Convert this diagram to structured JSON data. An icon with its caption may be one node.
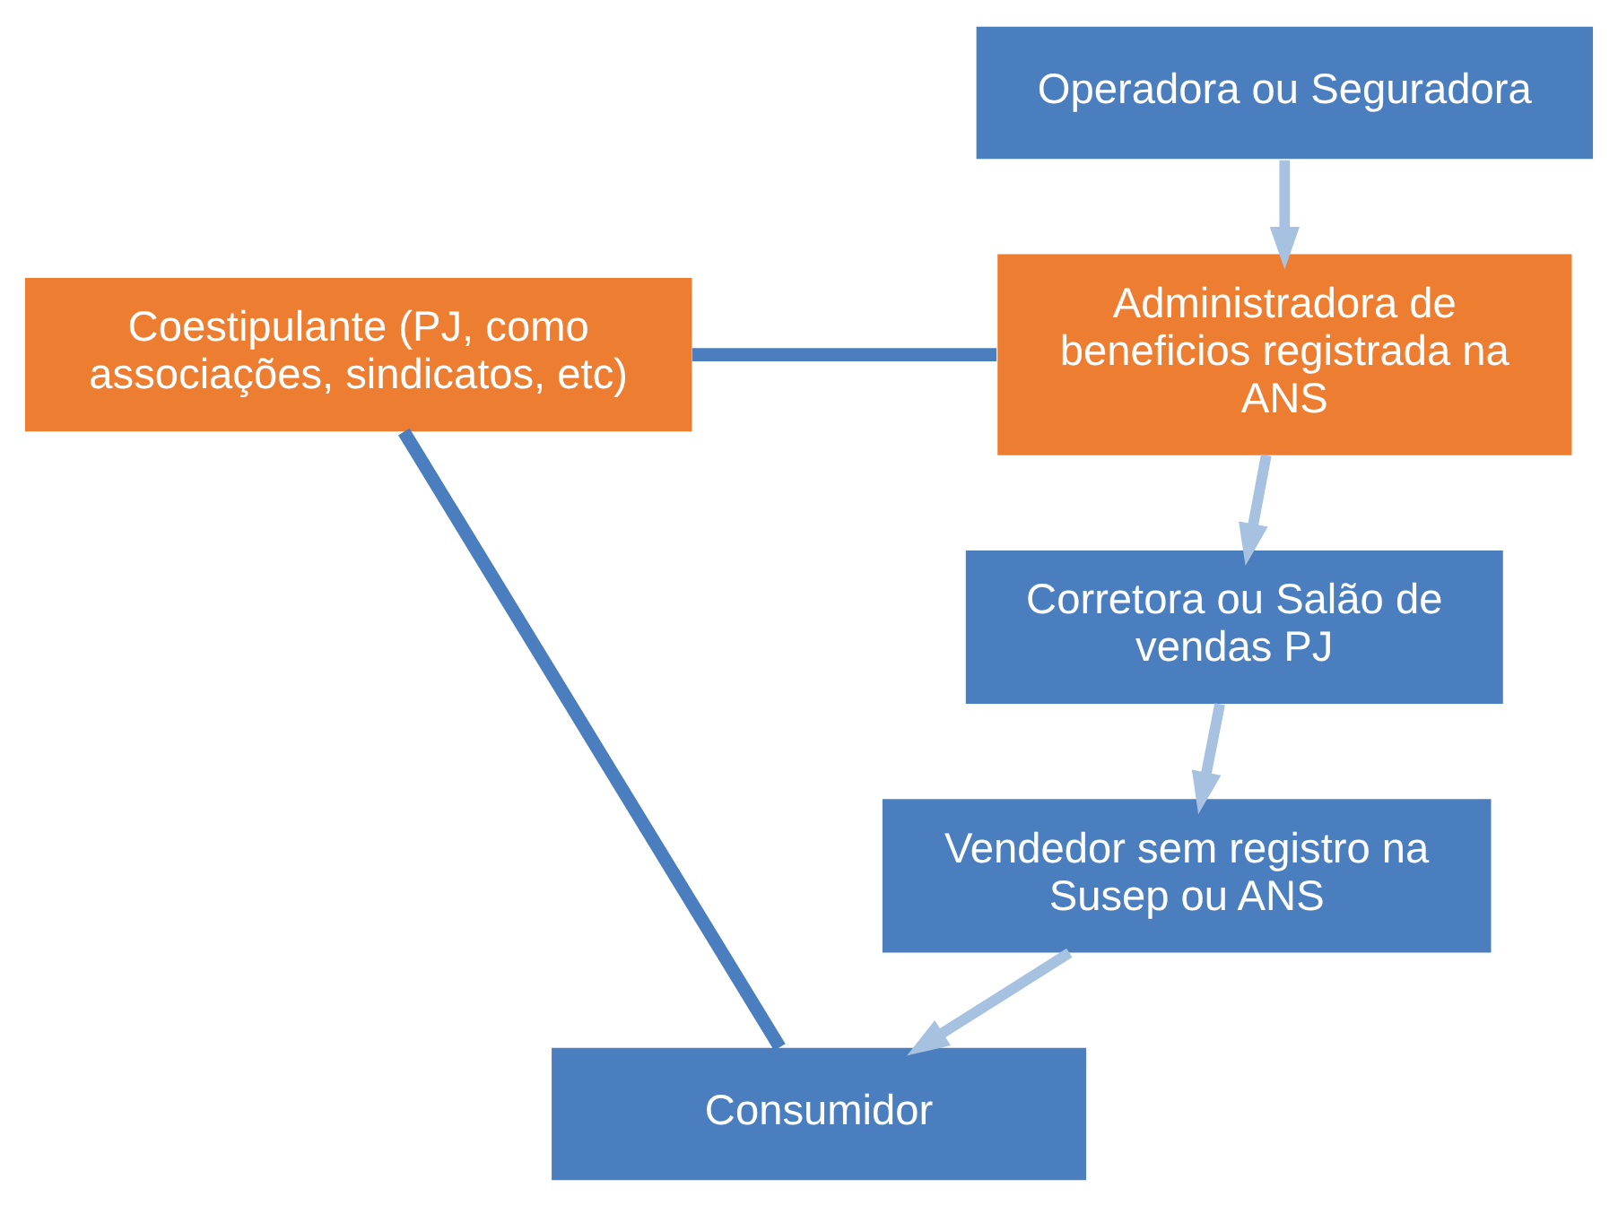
{
  "diagram": {
    "nodes": [
      {
        "text": [
          "Operadora ou Seguradora"
        ]
      },
      {
        "text": [
          "Coestipulante (PJ, como associações, sindicatos, etc)"
        ]
      },
      {
        "text": [
          "Administradora de beneficios registrada na ANS"
        ]
      },
      {
        "text": [
          "Corretora ou Salão de vendas PJ"
        ]
      },
      {
        "text": [
          "Vendedor sem registro na Susep ou ANS"
        ]
      },
      {
        "text": [
          "Consumidor"
        ]
      }
    ],
    "edges": [
      {
        "from": 0,
        "to": 2,
        "arrow": "to"
      },
      {
        "from": 1,
        "to": 2,
        "arrow": "none",
        "color": "#4a7ebf"
      },
      {
        "from": 2,
        "to": 3,
        "arrow": "to"
      },
      {
        "from": 3,
        "to": 4,
        "arrow": "to"
      },
      {
        "from": 4,
        "to": 5,
        "arrow": "to"
      },
      {
        "from": 1,
        "to": 5,
        "arrow": "none",
        "color": "#4a7ebf"
      }
    ]
  }
}
